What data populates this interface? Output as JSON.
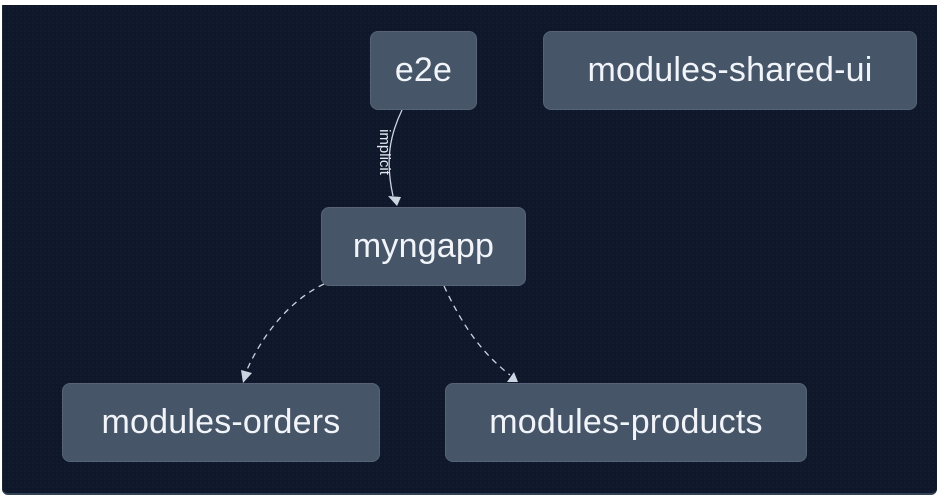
{
  "graph": {
    "type": "project-dependency-graph",
    "nodes": [
      {
        "id": "e2e",
        "label": "e2e"
      },
      {
        "id": "modules-shared-ui",
        "label": "modules-shared-ui"
      },
      {
        "id": "myngapp",
        "label": "myngapp"
      },
      {
        "id": "modules-orders",
        "label": "modules-orders"
      },
      {
        "id": "modules-products",
        "label": "modules-products"
      }
    ],
    "edges": [
      {
        "from": "e2e",
        "to": "myngapp",
        "style": "solid",
        "label": "implicit"
      },
      {
        "from": "myngapp",
        "to": "modules-orders",
        "style": "dashed",
        "label": ""
      },
      {
        "from": "myngapp",
        "to": "modules-products",
        "style": "dashed",
        "label": ""
      }
    ]
  },
  "colors": {
    "background": "#0f172a",
    "node_fill": "#475569",
    "node_text": "#f1f5f9",
    "edge": "#cbd5e1"
  }
}
